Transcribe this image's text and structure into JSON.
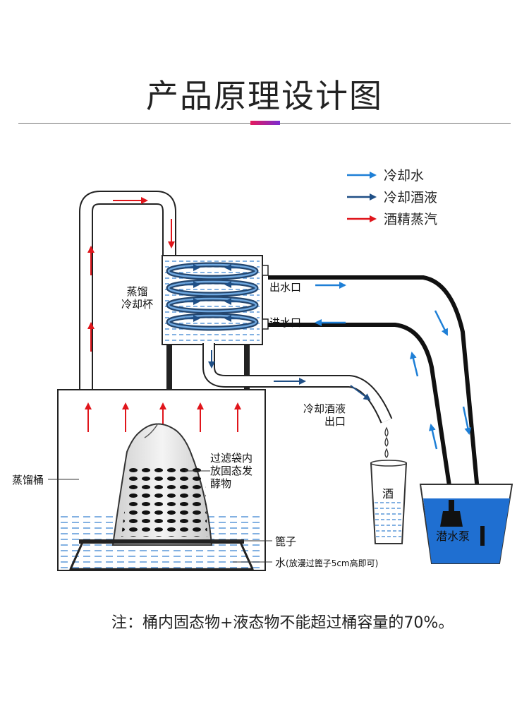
{
  "title": "产品原理设计图",
  "legend": {
    "items": [
      {
        "label": "冷却水",
        "color": "#1e7fd6"
      },
      {
        "label": "冷却酒液",
        "color": "#1f4f86"
      },
      {
        "label": "酒精蒸汽",
        "color": "#e0151b"
      }
    ]
  },
  "labels": {
    "cooling_cup_line1": "蒸馏",
    "cooling_cup_line2": "冷却杯",
    "water_outlet": "出水口",
    "water_inlet": "进水口",
    "liquor_outlet_line1": "冷却酒液",
    "liquor_outlet_line2": "出口",
    "bucket": "蒸馏桶",
    "filter_bag_line1": "过滤袋内",
    "filter_bag_line2": "放固态发",
    "filter_bag_line3": "酵物",
    "steamer": "篦子",
    "water_main": "水",
    "water_note": "(放漫过篦子5cm高即可)",
    "glass": "酒",
    "pump": "潜水泵"
  },
  "note": "注：桶内固态物+液态物不能超过桶容量的70%。"
}
